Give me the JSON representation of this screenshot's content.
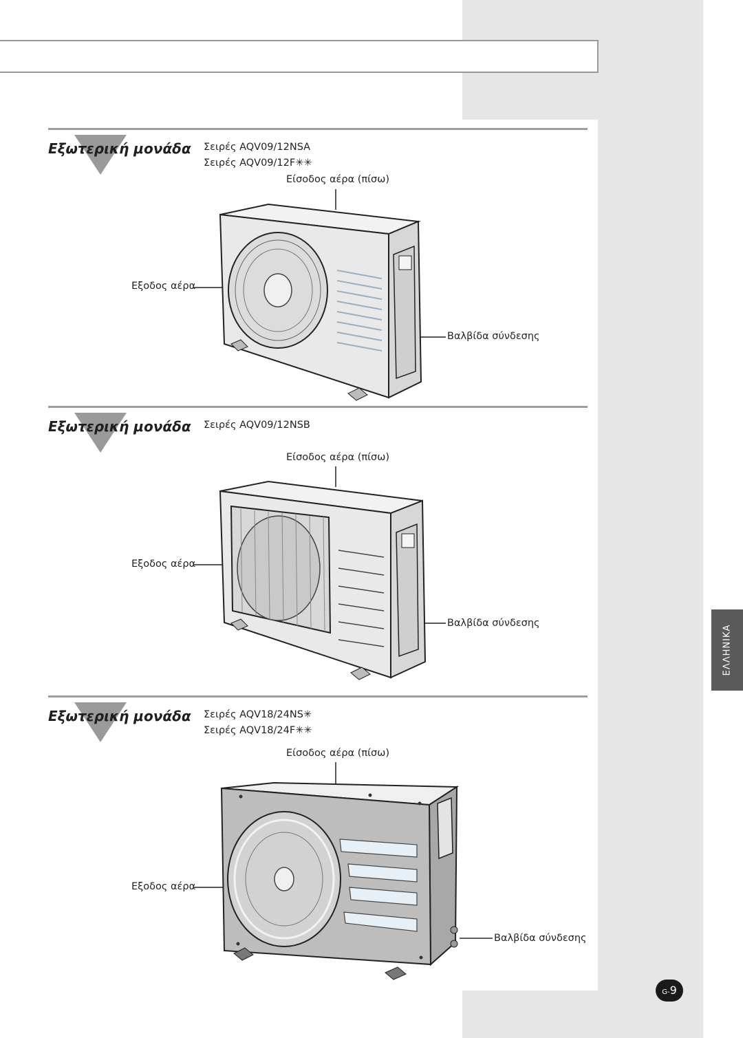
{
  "sections": [
    {
      "title": "Εξωτερική μονάδα",
      "series": [
        "Σειρές  AQV09/12NSA",
        "Σειρές  AQV09/12F✳✳"
      ],
      "air_inlet": "Είσοδος αέρα (πίσω)",
      "air_outlet": "Εξοδος αέρα",
      "valve": "Βαλβίδα σύνδεσης"
    },
    {
      "title": "Εξωτερική μονάδα",
      "series": [
        "Σειρές  AQV09/12NSB"
      ],
      "air_inlet": "Είσοδος αέρα (πίσω)",
      "air_outlet": "Εξοδος αέρα",
      "valve": "Βαλβίδα σύνδεσης"
    },
    {
      "title": "Εξωτερική μονάδα",
      "series": [
        "Σειρές  AQV18/24NS✳",
        "Σειρές  AQV18/24F✳✳"
      ],
      "air_inlet": "Είσοδος αέρα (πίσω)",
      "air_outlet": "Εξοδος αέρα",
      "valve": "Βαλβίδα σύνδεσης"
    }
  ],
  "language_tab": "ΕΛΛΗΝΙΚΑ",
  "page": {
    "prefix": "G-",
    "number": "9"
  }
}
